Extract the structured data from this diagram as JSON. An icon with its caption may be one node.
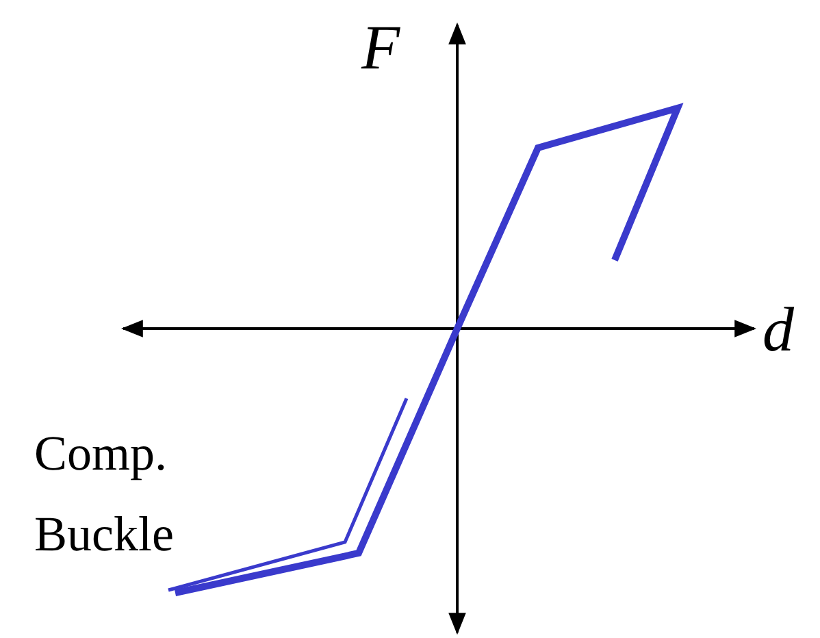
{
  "diagram": {
    "labels": [
      "F",
      "d",
      "Comp. Buckle"
    ]
  }
}
